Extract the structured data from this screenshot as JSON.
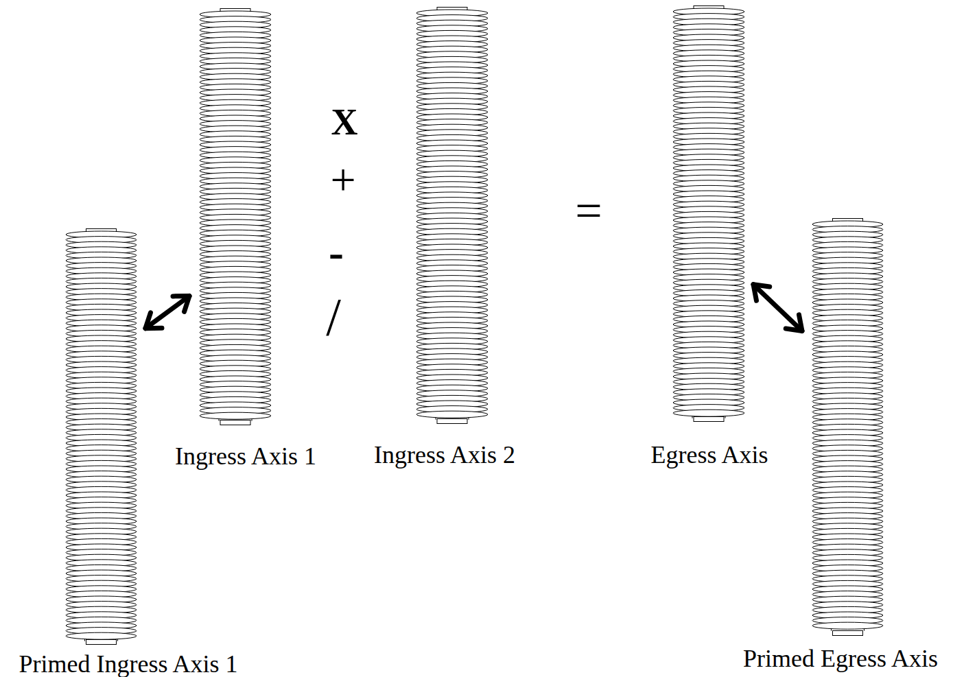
{
  "diagram": {
    "nodes": [
      {
        "text": [
          "Primed Ingress Axis 1"
        ]
      },
      {
        "text": [
          "Ingress Axis 1"
        ]
      },
      {
        "text": [
          "Ingress Axis 2"
        ]
      },
      {
        "text": [
          "Egress Axis"
        ]
      },
      {
        "text": [
          "Primed Egress Axis"
        ]
      }
    ],
    "edges": [
      {
        "from": 0,
        "to": 1,
        "arrow": "both"
      },
      {
        "from": 3,
        "to": 4,
        "arrow": "both"
      }
    ],
    "labels": [
      "X",
      "+",
      "-",
      "/",
      "="
    ]
  }
}
